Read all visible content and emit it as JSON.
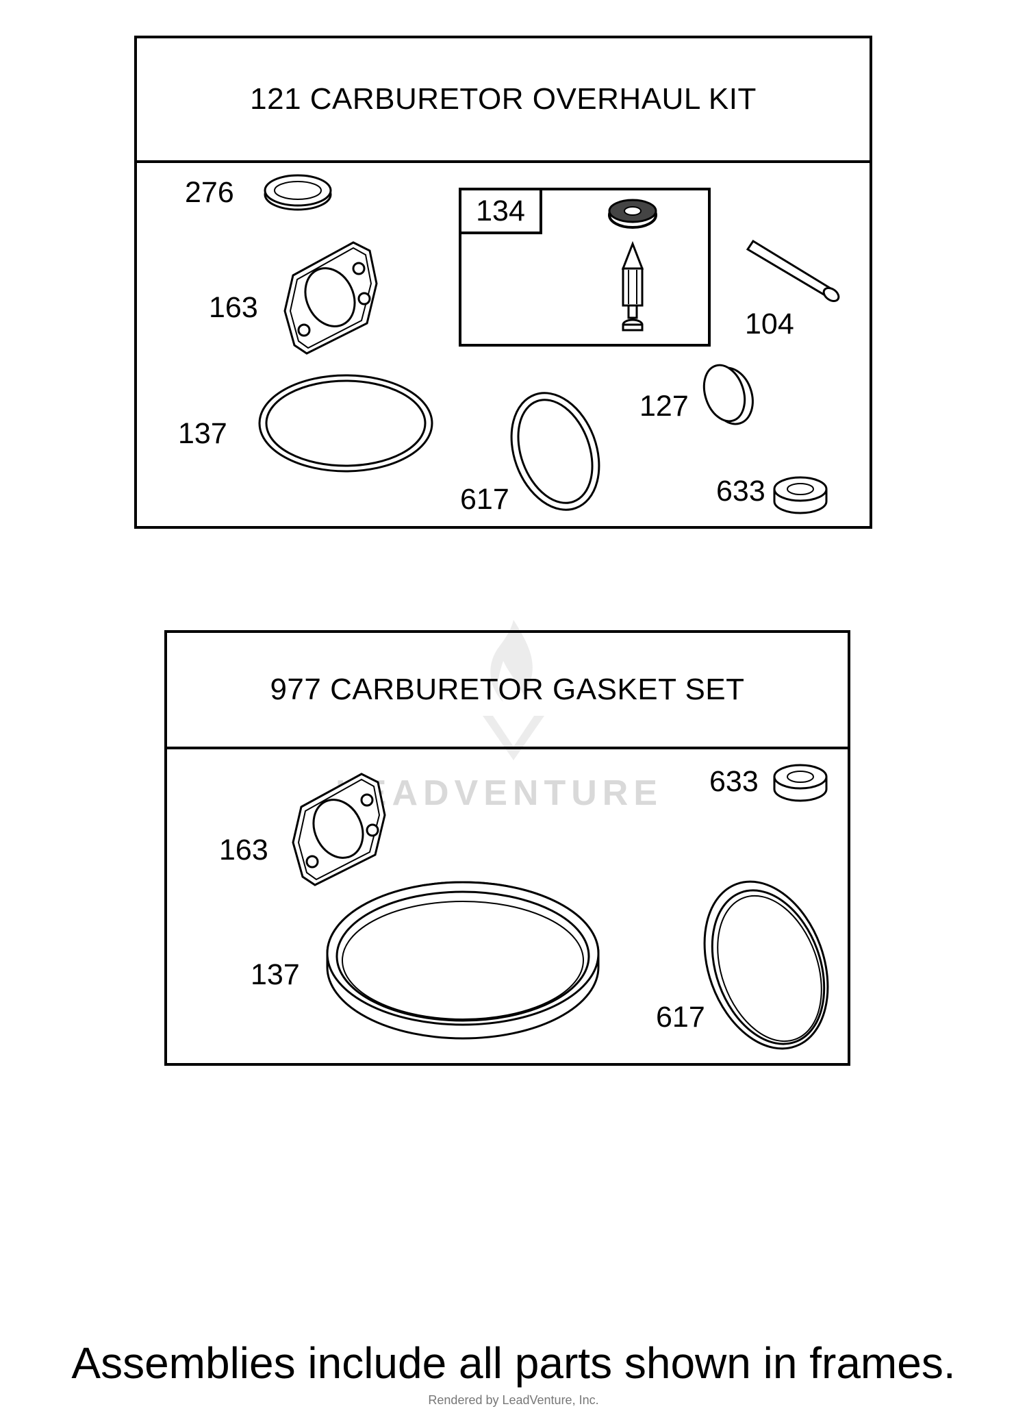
{
  "kits": [
    {
      "title": "121 CARBURETOR OVERHAUL KIT",
      "callouts": [
        "276",
        "163",
        "134",
        "104",
        "137",
        "617",
        "127",
        "633"
      ]
    },
    {
      "title": "977 CARBURETOR GASKET SET",
      "callouts": [
        "633",
        "163",
        "137",
        "617"
      ]
    }
  ],
  "watermark": "LEADVENTURE",
  "note": "Assemblies include all parts shown in frames.",
  "credit": "Rendered by LeadVenture, Inc."
}
